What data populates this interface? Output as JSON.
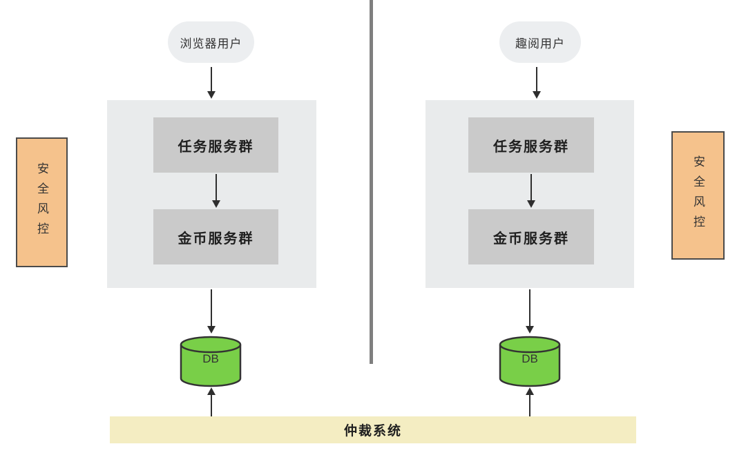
{
  "diagram": {
    "left_lane": {
      "user_label": "浏览器用户",
      "services": [
        "任务服务群",
        "金币服务群"
      ],
      "db_label": "DB",
      "risk_label": "安全风控"
    },
    "right_lane": {
      "user_label": "趣阅用户",
      "services": [
        "任务服务群",
        "金币服务群"
      ],
      "db_label": "DB",
      "risk_label": "安全风控"
    },
    "arbitration": {
      "label": "仲裁系统"
    },
    "colors": {
      "pill_bg": "#eceef0",
      "container_bg": "#e9ebec",
      "service_bg": "#cacaca",
      "risk_bg": "#f5c28c",
      "risk_border": "#4a4a4a",
      "db_fill": "#79cf48",
      "db_stroke": "#333333",
      "bar_bg": "#f4edc2",
      "divider": "#7f7f7f",
      "arrow": "#2e2e2e"
    }
  }
}
